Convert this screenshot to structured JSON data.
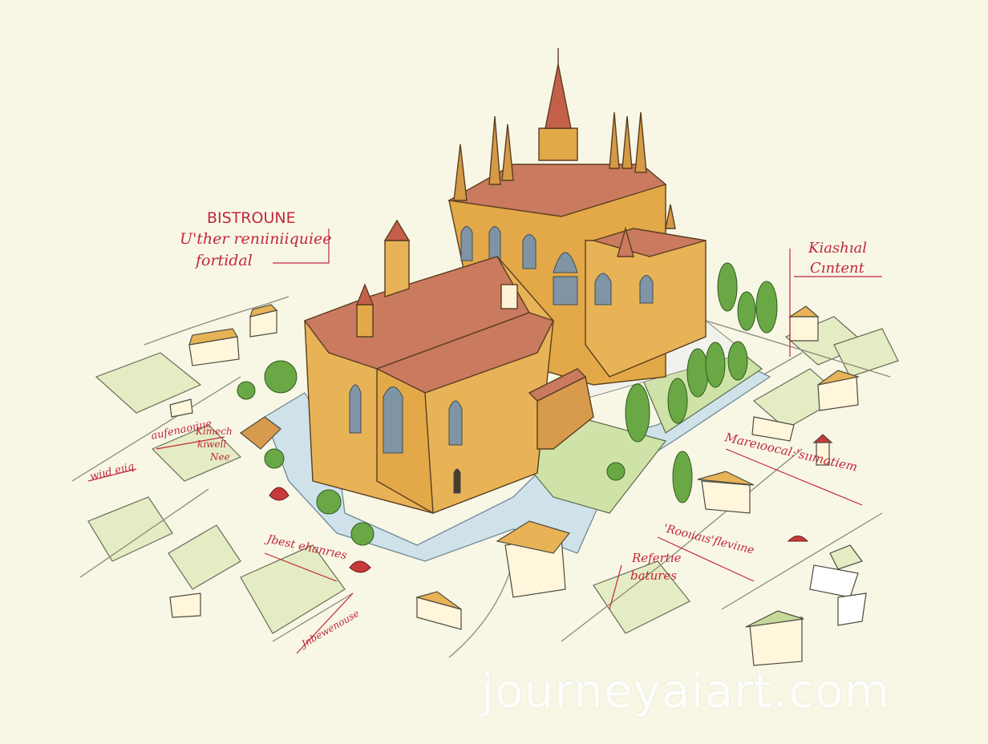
{
  "labels": {
    "top_left_line1": "BISTROUNE",
    "top_left_line2": "U'ther renıiniiquiee",
    "top_left_line3": "fortidal",
    "top_right_line1": "Kiashıal",
    "top_right_line2": "Cıntent",
    "left_1_line1": "aufenaoıiııe",
    "left_1_line2": "Kimech",
    "left_1_line3": "kıwell",
    "left_1_line4": "Nee",
    "left_2": "wiıd eıiq",
    "mid_left_1": "Jbest ehanrıes",
    "mid_left_2": "Jnbewenouse",
    "right_1": "Mareıoocal:'sıımatiem",
    "right_2": "'Rooıiaıs'fleviıne",
    "right_3_line1": "Refertıe",
    "right_3_line2": "batures"
  },
  "watermark": "journeyaiart.com",
  "colors": {
    "background": "#f8f7e6",
    "annotation": "#c2273a",
    "wall": "#e8b356",
    "roof": "#c97a5f",
    "grass": "#dfe8b8",
    "water": "#cfe2ea",
    "tree": "#5f9e3a"
  }
}
